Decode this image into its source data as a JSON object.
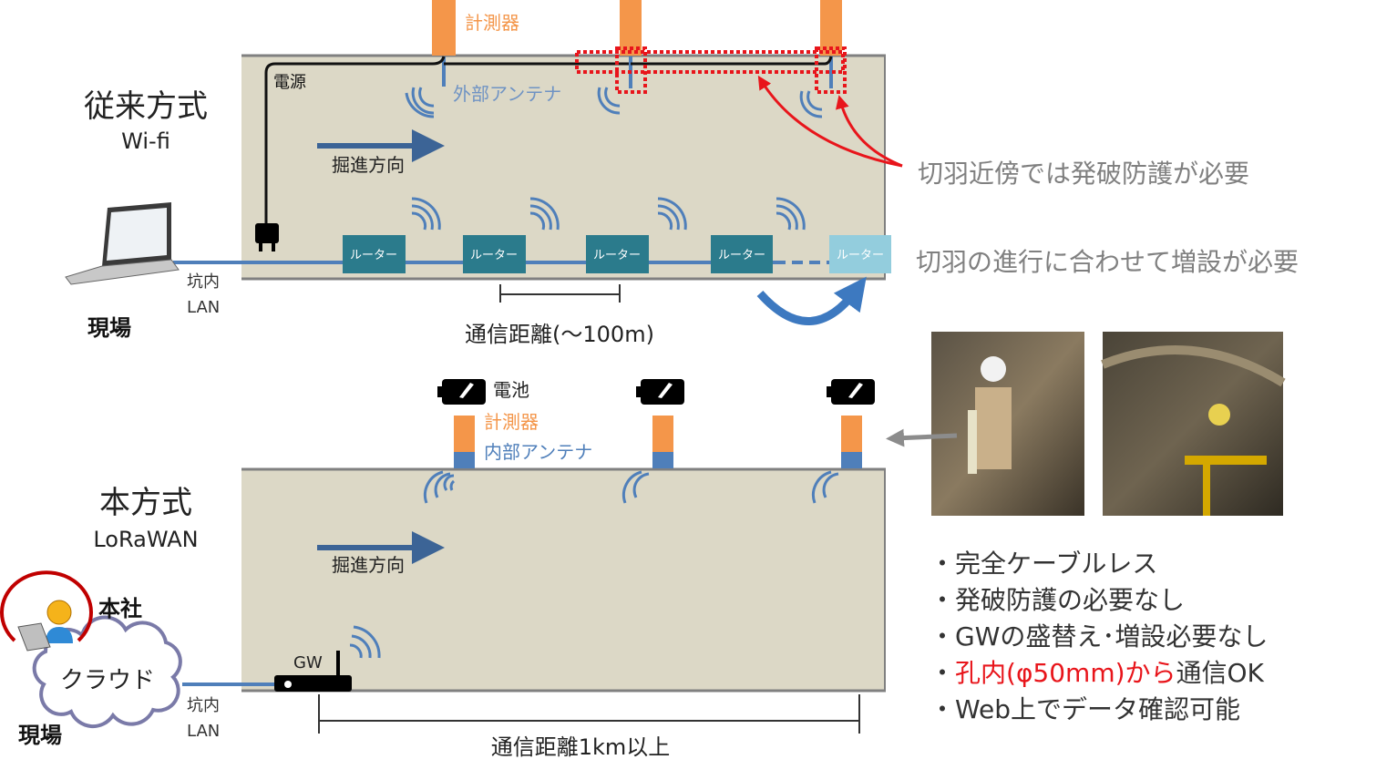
{
  "conventional": {
    "title": "従来方式",
    "subtitle": "Wi-fi",
    "power_label": "電源",
    "instrument_label": "計測器",
    "antenna_label": "外部アンテナ",
    "direction_label": "掘進方向",
    "router_label": "ルーター",
    "lan_label_1": "坑内",
    "lan_label_2": "LAN",
    "site_label": "現場",
    "distance_label": "通信距離(～100m)",
    "note_blast": "切羽近傍では発破防護が必要",
    "note_expand": "切羽の進行に合わせて増設が必要"
  },
  "proposed": {
    "title": "本方式",
    "subtitle": "LoRaWAN",
    "battery_label": "電池",
    "instrument_label": "計測器",
    "antenna_label": "内部アンテナ",
    "direction_label": "掘進方向",
    "gw_label": "GW",
    "cloud_label": "クラウド",
    "hq_label": "本社",
    "site_label": "現場",
    "lan_label_1": "坑内",
    "lan_label_2": "LAN",
    "distance_label": "通信距離1km以上"
  },
  "benefits": [
    {
      "text": "・完全ケーブルレス"
    },
    {
      "text": "・発破防護の必要なし"
    },
    {
      "text": "・GWの盛替え･増設必要なし"
    },
    {
      "text": "・",
      "red": "孔内(φ50mm)から",
      "rest": "通信OK"
    },
    {
      "text": "・Web上でデータ確認可能"
    }
  ],
  "colors": {
    "tunnel": "#dcd8c6",
    "instrument": "#f4964a",
    "antenna": "#4f7fba",
    "router": "#2b7b8c",
    "router_new": "#93cddd",
    "alert": "#e8151b",
    "note_text": "#808080"
  }
}
